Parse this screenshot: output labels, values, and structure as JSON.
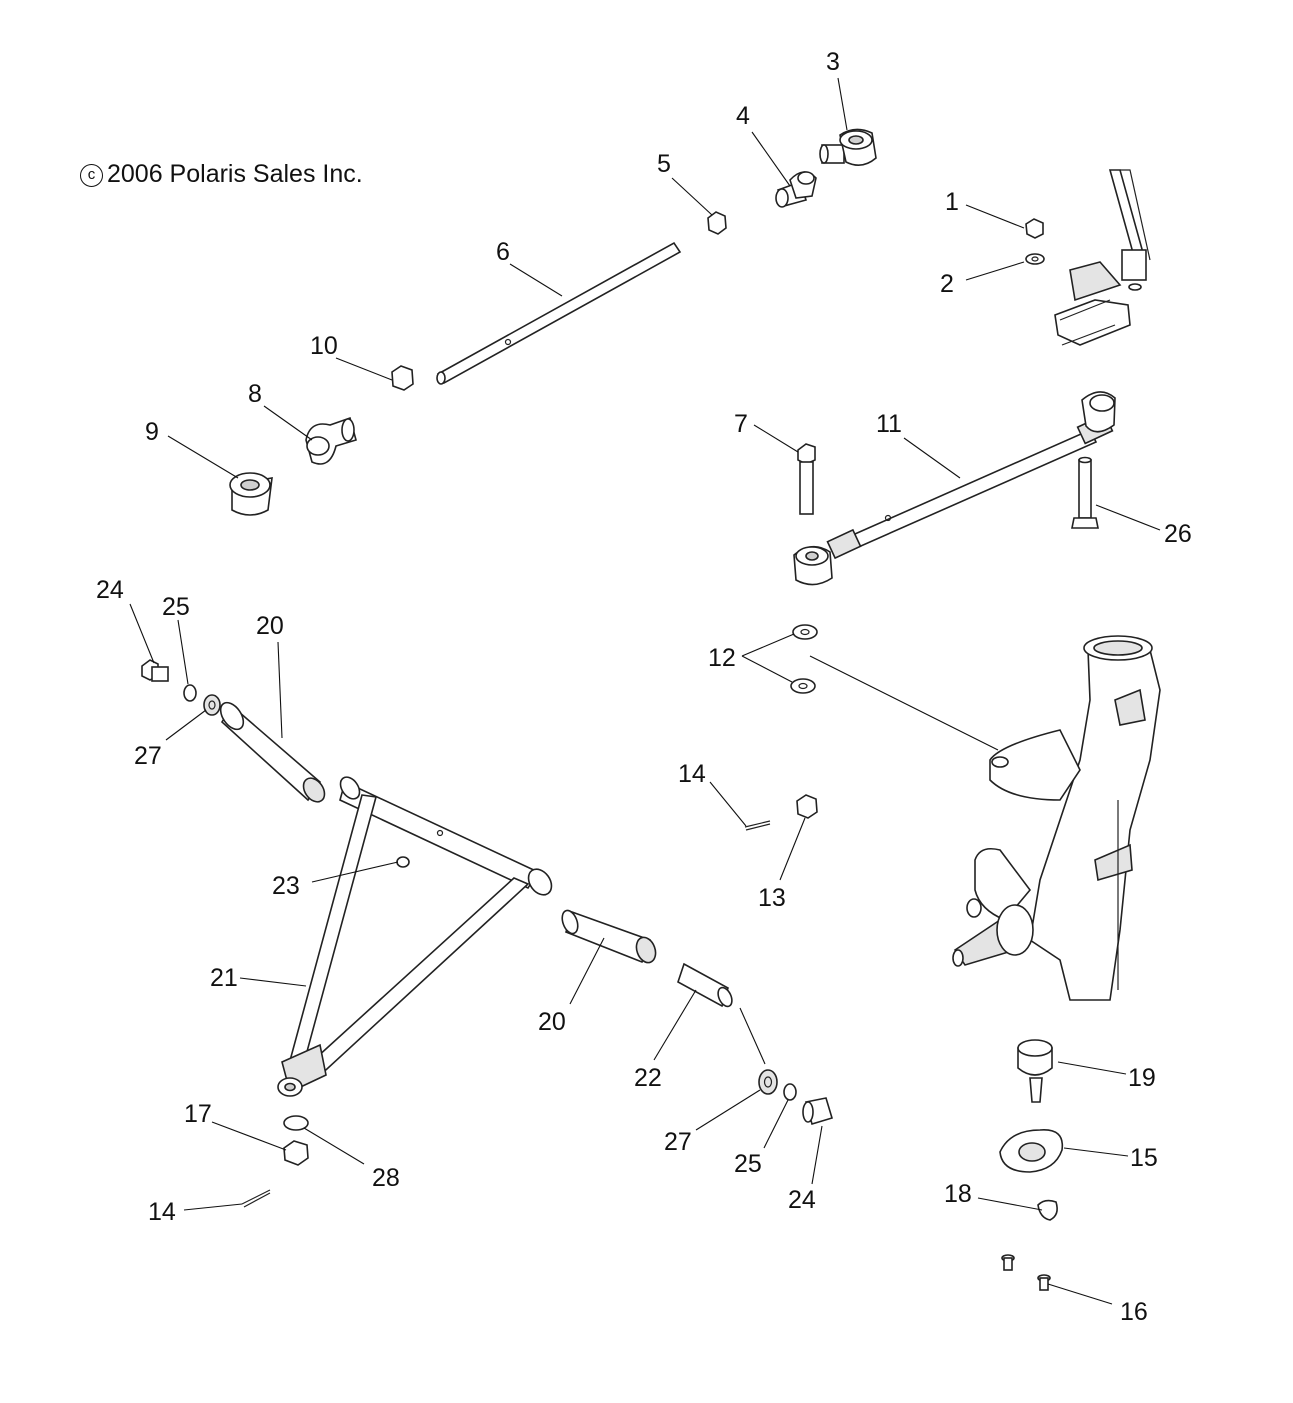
{
  "copyright": {
    "symbol": "c",
    "text": "2006 Polaris Sales Inc."
  },
  "callouts": {
    "c1": "1",
    "c2": "2",
    "c3": "3",
    "c4": "4",
    "c5": "5",
    "c6": "6",
    "c7": "7",
    "c8": "8",
    "c9": "9",
    "c10": "10",
    "c11": "11",
    "c12": "12",
    "c13": "13",
    "c14a": "14",
    "c14b": "14",
    "c15": "15",
    "c16": "16",
    "c17": "17",
    "c18": "18",
    "c19": "19",
    "c20a": "20",
    "c20b": "20",
    "c21": "21",
    "c22": "22",
    "c23": "23",
    "c24a": "24",
    "c24b": "24",
    "c25a": "25",
    "c25b": "25",
    "c26": "26",
    "c27a": "27",
    "c27b": "27",
    "c28": "28"
  }
}
